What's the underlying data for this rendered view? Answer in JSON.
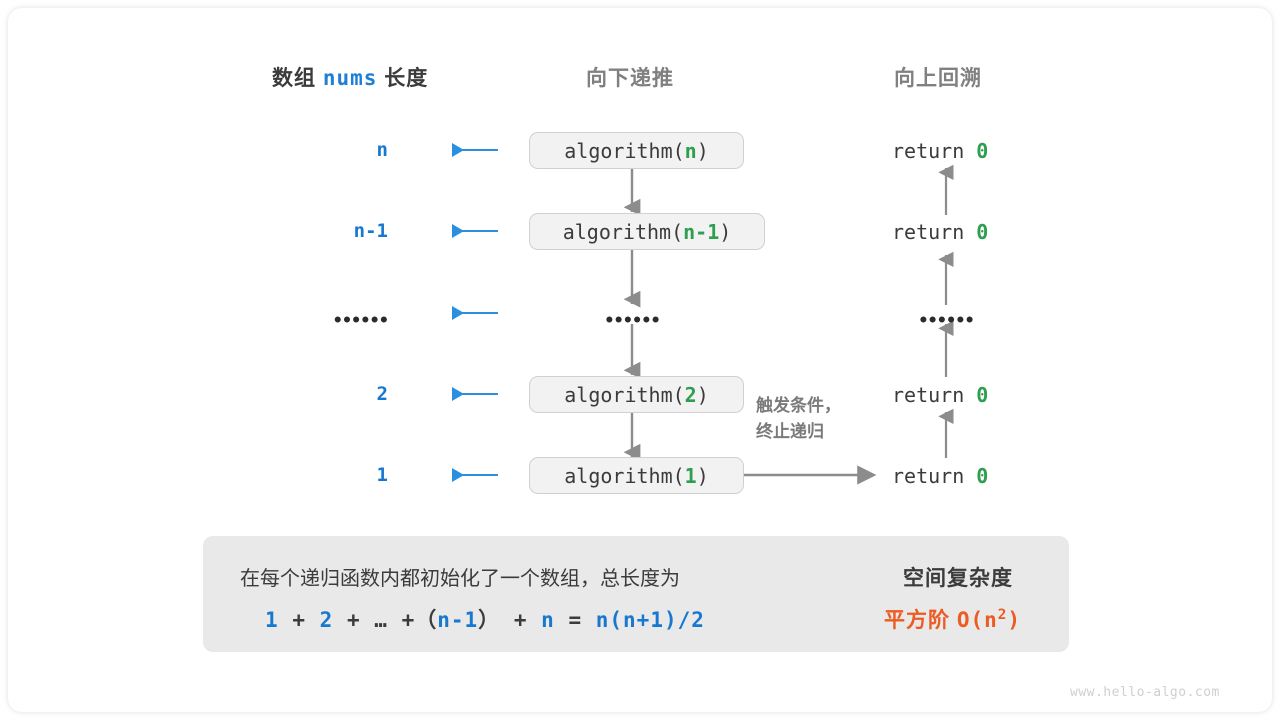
{
  "headers": {
    "left_prefix": "数组",
    "left_mono": "nums",
    "left_suffix": "长度",
    "middle": "向下递推",
    "right": "向上回溯"
  },
  "rows": [
    {
      "length": "n",
      "call_prefix": "algorithm(",
      "call_arg": "n",
      "call_suffix": ")",
      "ret": "return",
      "ret_value": "0"
    },
    {
      "length": "n-1",
      "call_prefix": "algorithm(",
      "call_arg": "n-1",
      "call_suffix": ")",
      "ret": "return",
      "ret_value": "0"
    },
    {
      "length": "••••••",
      "call_prefix": "",
      "call_arg": "",
      "call_suffix": "",
      "ret": "",
      "ret_value": ""
    },
    {
      "length": "2",
      "call_prefix": "algorithm(",
      "call_arg": "2",
      "call_suffix": ")",
      "ret": "return",
      "ret_value": "0"
    },
    {
      "length": "1",
      "call_prefix": "algorithm(",
      "call_arg": "1",
      "call_suffix": ")",
      "ret": "return",
      "ret_value": "0"
    }
  ],
  "ellipsis": "••••••",
  "note": {
    "line1": "触发条件，",
    "line2": "终止递归"
  },
  "summary": {
    "line1": "在每个递归函数内都初始化了一个数组，总长度为",
    "formula": {
      "t1": "1",
      "op1": "+",
      "t2": "2",
      "op2": "+",
      "t3": "…",
      "op3": "+",
      "lparen": "（",
      "t4": "n-1",
      "rparen": "）",
      "op4": "+",
      "t5": "n",
      "eq": "=",
      "t6": "n(n+1)/2"
    },
    "result_title": "空间复杂度",
    "result_value_cn": "平方阶",
    "result_value_o": "O(n",
    "result_value_sup": "2",
    "result_value_close": ")"
  },
  "watermark": "www.hello-algo.com",
  "colors": {
    "blue": "#1878cf",
    "green": "#2e9e4f",
    "orange": "#ec5b22",
    "gray_text": "#808080",
    "box_bg": "#f2f2f2",
    "panel_bg": "#e9e9e9",
    "arrow_gray": "#808080"
  }
}
